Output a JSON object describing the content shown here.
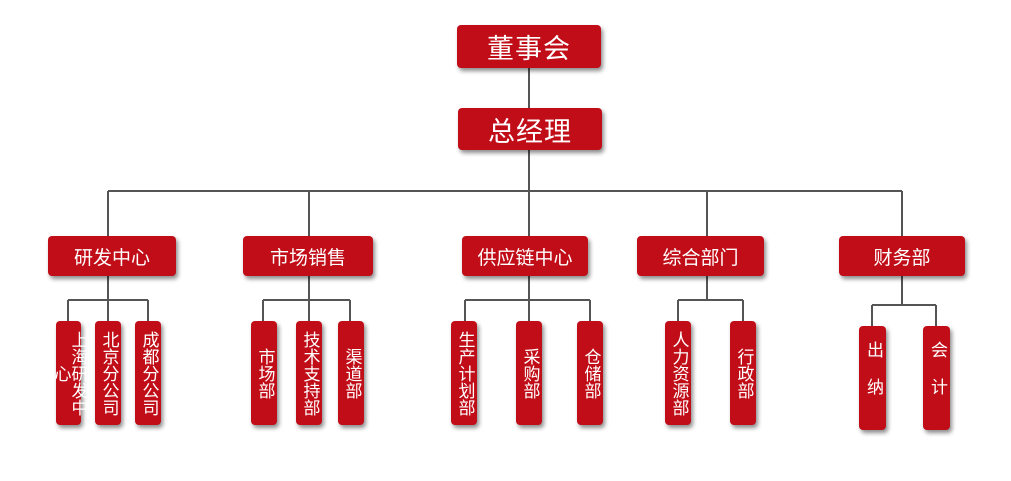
{
  "board": "董事会",
  "gm": "总经理",
  "departments": [
    {
      "name": "研发中心",
      "subs": [
        "上海研发中心",
        "北京分公司",
        "成都分公司"
      ]
    },
    {
      "name": "市场销售",
      "subs": [
        "市场部",
        "技术支持部",
        "渠道部"
      ]
    },
    {
      "name": "供应链中心",
      "subs": [
        "生产计划部",
        "采购部",
        "仓储部"
      ]
    },
    {
      "name": "综合部门",
      "subs": [
        "人力资源部",
        "行政部"
      ]
    },
    {
      "name": "财务部",
      "subs": [
        "出纳",
        "会计"
      ]
    }
  ],
  "colors": {
    "box": "#c00d17",
    "line": "#555555",
    "text": "#ffffff"
  }
}
